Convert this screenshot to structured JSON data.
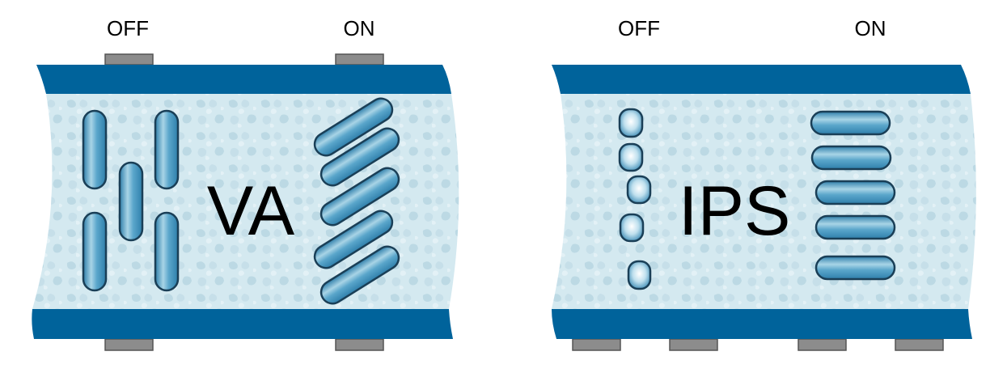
{
  "panels": [
    {
      "name": "va",
      "title": "VA",
      "state_off_label": "OFF",
      "state_on_label": "ON"
    },
    {
      "name": "ips",
      "title": "IPS",
      "state_off_label": "OFF",
      "state_on_label": "ON"
    }
  ],
  "colors": {
    "substrate": "#00639b",
    "liquid_crystal_layer": "#d3e8ef",
    "molecule": "#4a9ac0",
    "electrode": "#8c8c8c"
  }
}
